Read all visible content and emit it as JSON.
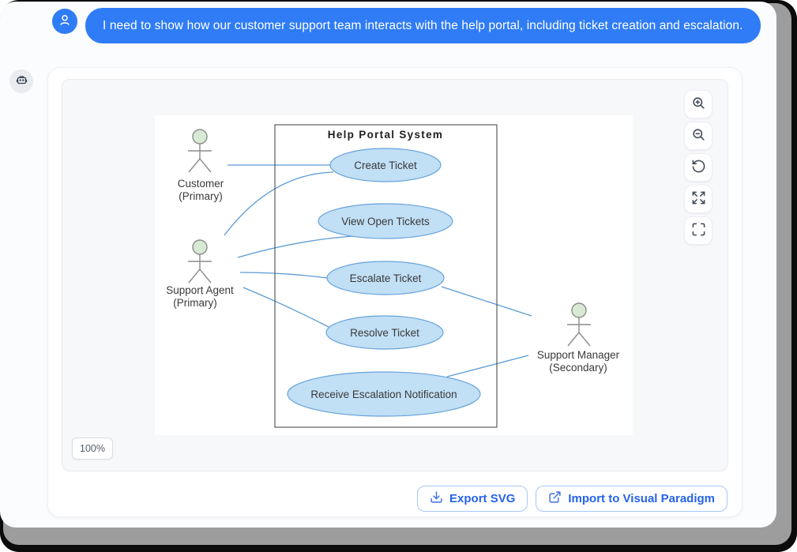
{
  "chat": {
    "user_message": "I need to show how our customer support team interacts with the help portal, including ticket creation and escalation.",
    "user_avatar_icon": "person-icon",
    "bot_avatar_icon": "robot-icon"
  },
  "canvas": {
    "zoom_level": "100%",
    "controls": [
      "zoom-in",
      "zoom-out",
      "reset-view",
      "expand",
      "fullscreen"
    ]
  },
  "diagram": {
    "system_boundary_title": "Help Portal System",
    "actors": [
      {
        "name": "Customer",
        "role": "(Primary)"
      },
      {
        "name": "Support Agent",
        "role": "(Primary)"
      },
      {
        "name": "Support Manager",
        "role": "(Secondary)"
      }
    ],
    "use_cases": [
      {
        "label": "Create Ticket"
      },
      {
        "label": "View Open Tickets"
      },
      {
        "label": "Escalate Ticket"
      },
      {
        "label": "Resolve Ticket"
      },
      {
        "label": "Receive Escalation Notification"
      }
    ],
    "connections": [
      {
        "from": "Customer",
        "to": "Create Ticket"
      },
      {
        "from": "Support Agent",
        "to": "Create Ticket"
      },
      {
        "from": "Support Agent",
        "to": "View Open Tickets"
      },
      {
        "from": "Support Agent",
        "to": "Escalate Ticket"
      },
      {
        "from": "Support Agent",
        "to": "Resolve Ticket"
      },
      {
        "from": "Escalate Ticket",
        "to": "Support Manager"
      },
      {
        "from": "Support Manager",
        "to": "Receive Escalation Notification"
      }
    ]
  },
  "footer": {
    "export_svg_label": "Export SVG",
    "import_label": "Import to Visual Paradigm"
  },
  "colors": {
    "chat_blue": "#2f7cf6",
    "usecase_fill": "#c1dff5",
    "usecase_stroke": "#67a3da",
    "connector_blue": "#5b9bd5",
    "actor_head_fill": "#d8ead3",
    "action_button_blue": "#2563eb"
  }
}
